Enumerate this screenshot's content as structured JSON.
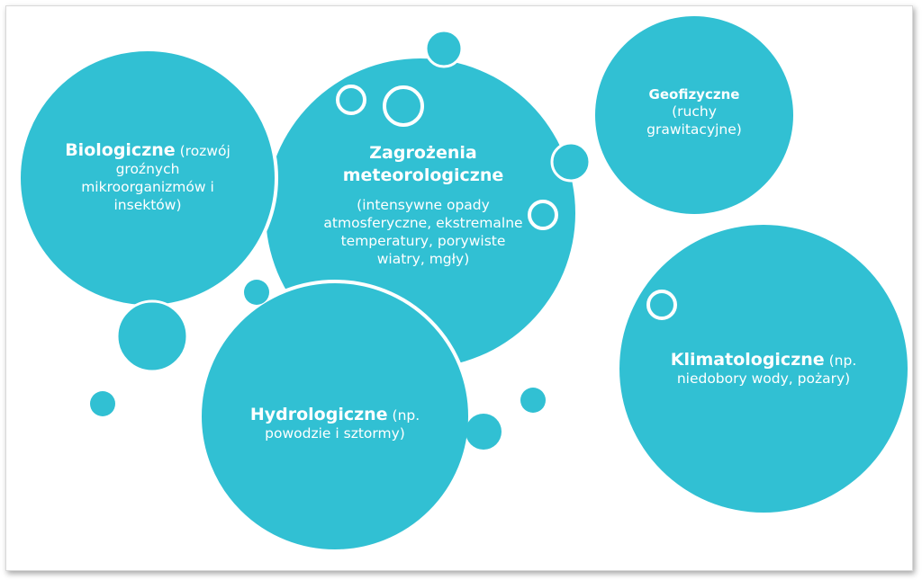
{
  "colors": {
    "bubble": "#31c0d3",
    "ring_stroke": "#ffffff",
    "frame_border": "#d9d9d9"
  },
  "nodes": {
    "biological": {
      "title": "Biologiczne",
      "desc_inline": "(rozwój",
      "desc_rest_1": "groźnych",
      "desc_rest_2": "mikroorganizmów i",
      "desc_rest_3": "insektów)"
    },
    "meteorological": {
      "title_1": "Zagrożenia",
      "title_2": "meteorologiczne",
      "desc_1": "(intensywne opady",
      "desc_2": "atmosferyczne, ekstremalne",
      "desc_3": "temperatury, porywiste",
      "desc_4": "wiatry, mgły)"
    },
    "geophysical": {
      "title": "Geofizyczne",
      "desc_1": "(ruchy",
      "desc_2": "grawitacyjne)"
    },
    "hydrological": {
      "title": "Hydrologiczne",
      "desc_inline": "(np.",
      "desc_rest": "powodzie i sztormy)"
    },
    "climatological": {
      "title": "Klimatologiczne",
      "desc_inline": "(np.",
      "desc_rest": "niedobory wody, pożary)"
    }
  }
}
